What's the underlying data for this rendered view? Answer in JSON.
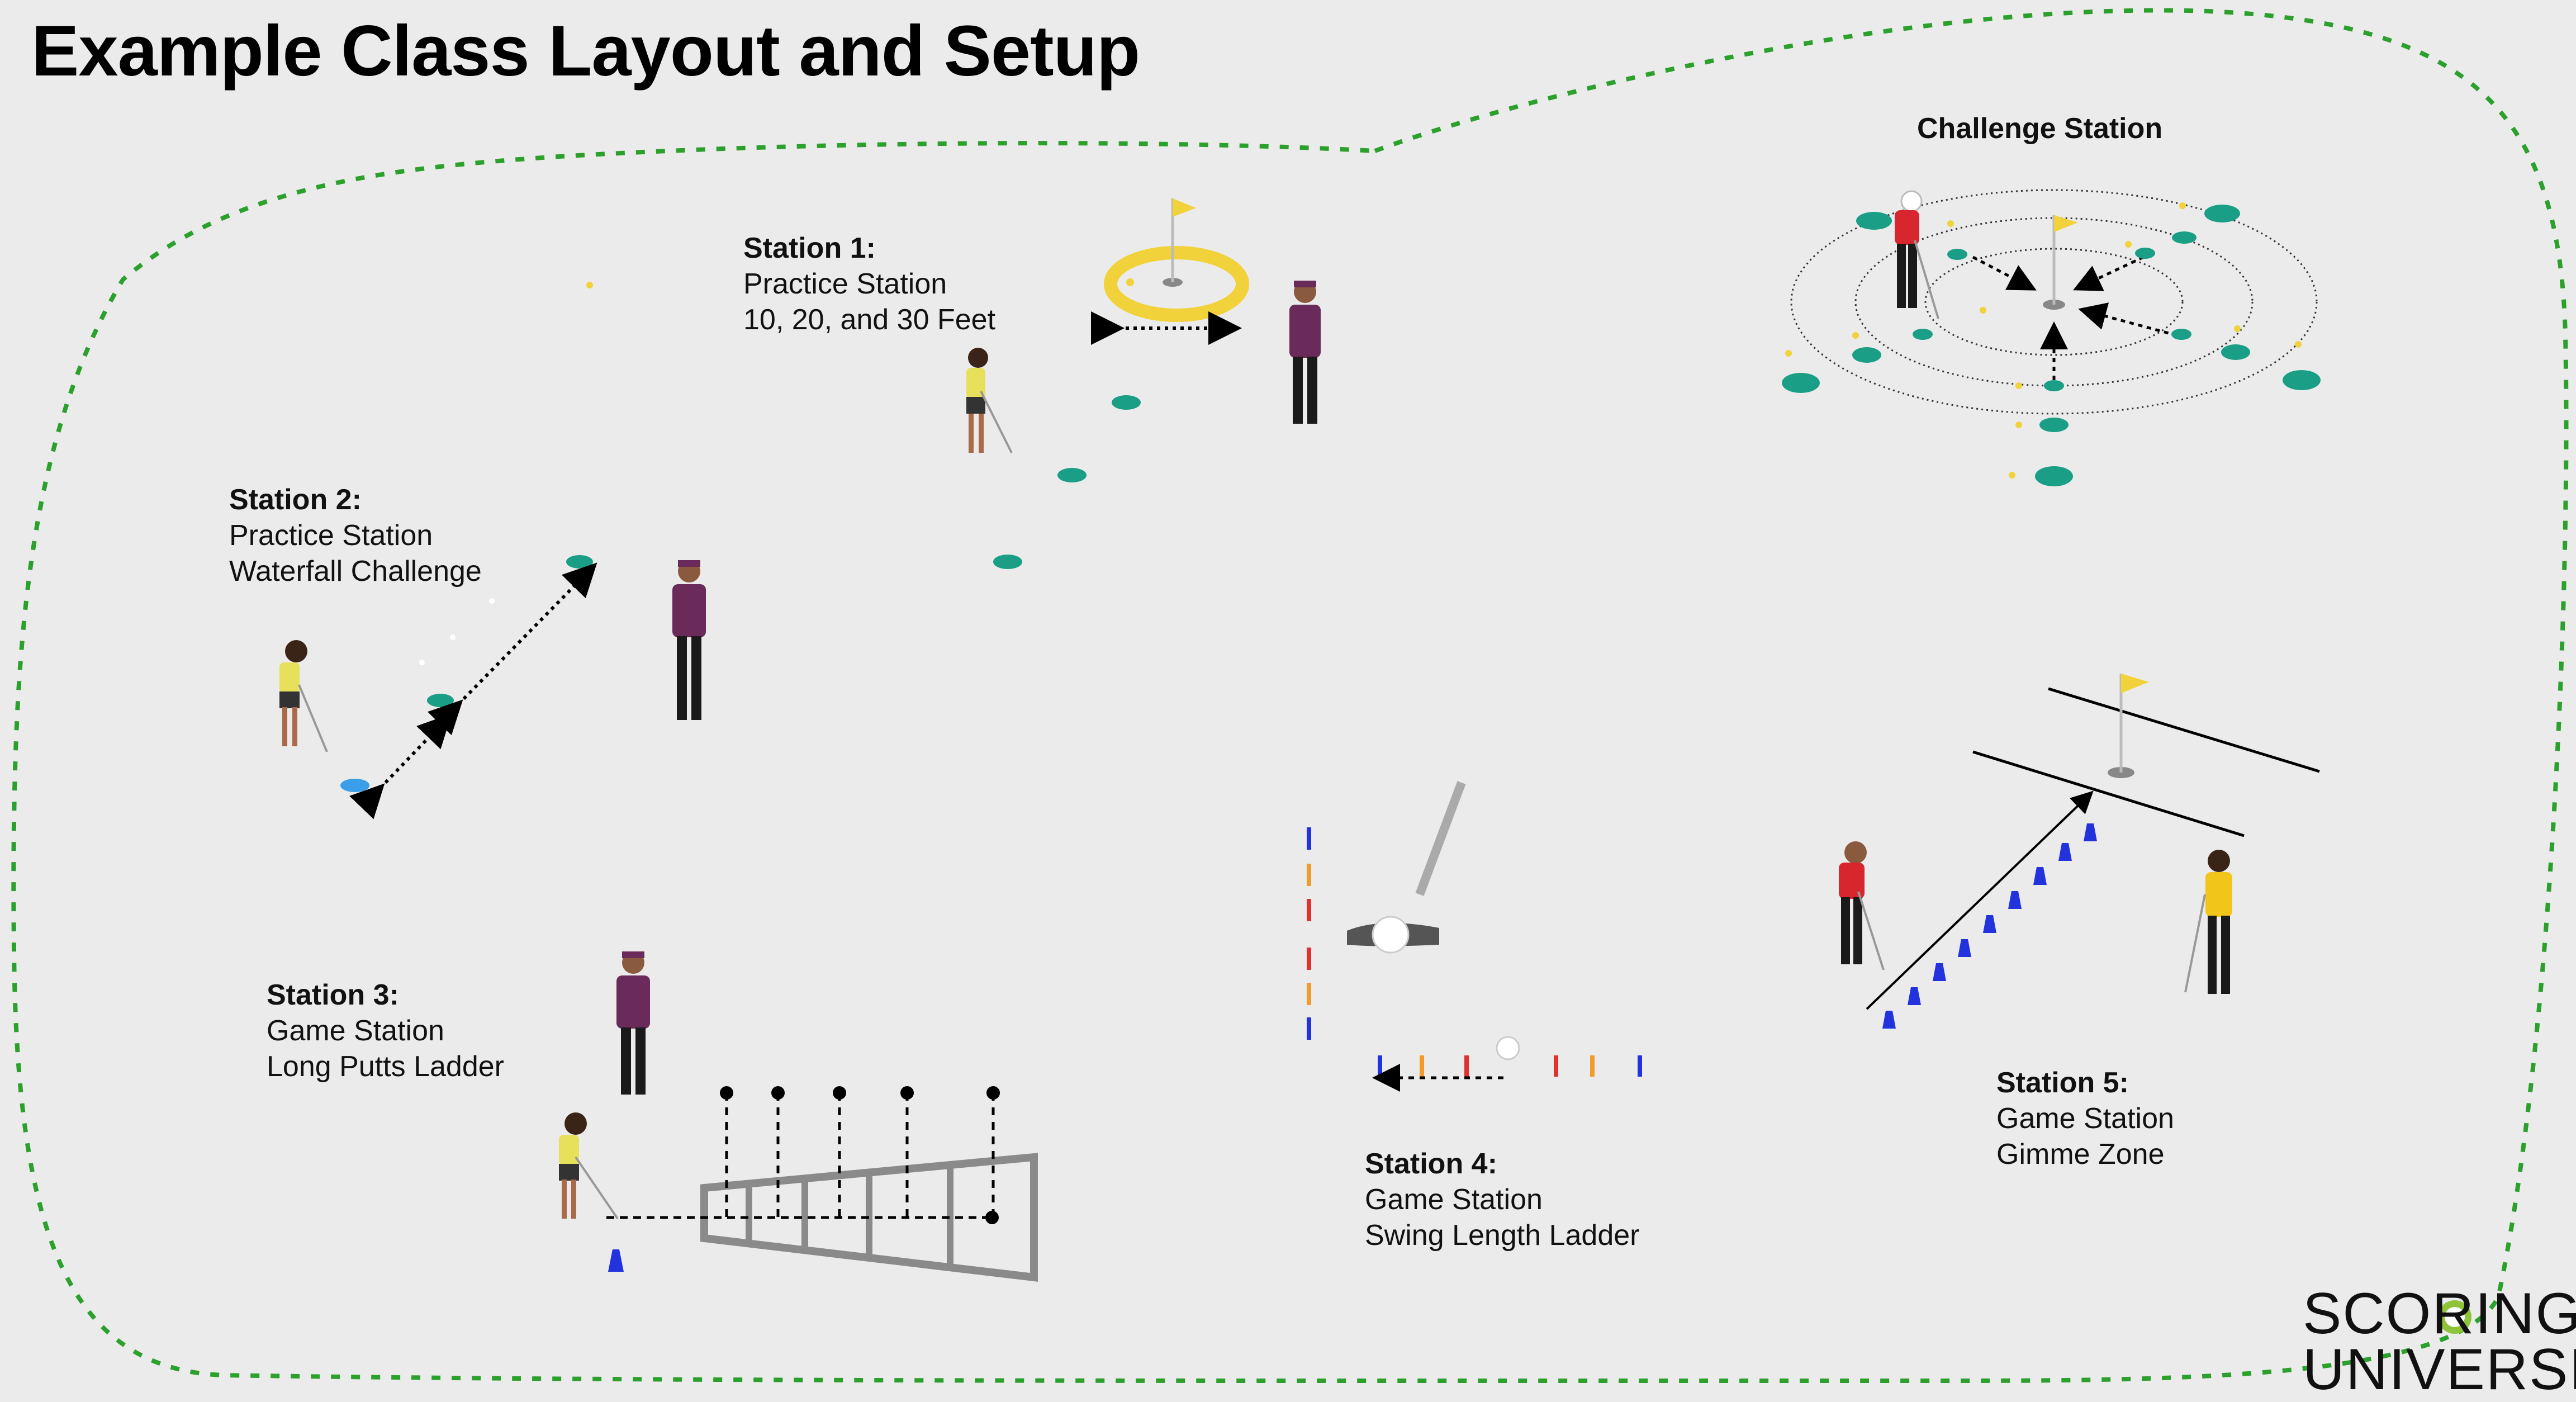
{
  "title": "Example Class Layout and Setup",
  "stations": {
    "s1": {
      "heading": "Station 1:",
      "line1": "Practice Station",
      "line2": "10, 20, and 30 Feet"
    },
    "s2": {
      "heading": "Station 2:",
      "line1": "Practice Station",
      "line2": "Waterfall Challenge"
    },
    "s3": {
      "heading": "Station 3:",
      "line1": "Game Station",
      "line2": "Long Putts Ladder"
    },
    "s4": {
      "heading": "Station 4:",
      "line1": "Game Station",
      "line2": "Swing Length Ladder"
    },
    "s5": {
      "heading": "Station 5:",
      "line1": "Game Station",
      "line2": "Gimme Zone"
    }
  },
  "challenge_station": "Challenge Station",
  "logo": {
    "line1": "SCORING",
    "line2": "UNIVERSITY"
  },
  "colors": {
    "boundary": "#2ca02c",
    "cone_teal": "#1a9e86",
    "cone_blue": "#2233dd",
    "flag": "#f2d23a",
    "student_top": "#e6e05a",
    "coach_shirt": "#6a2a5a",
    "player_red": "#d8262e"
  }
}
